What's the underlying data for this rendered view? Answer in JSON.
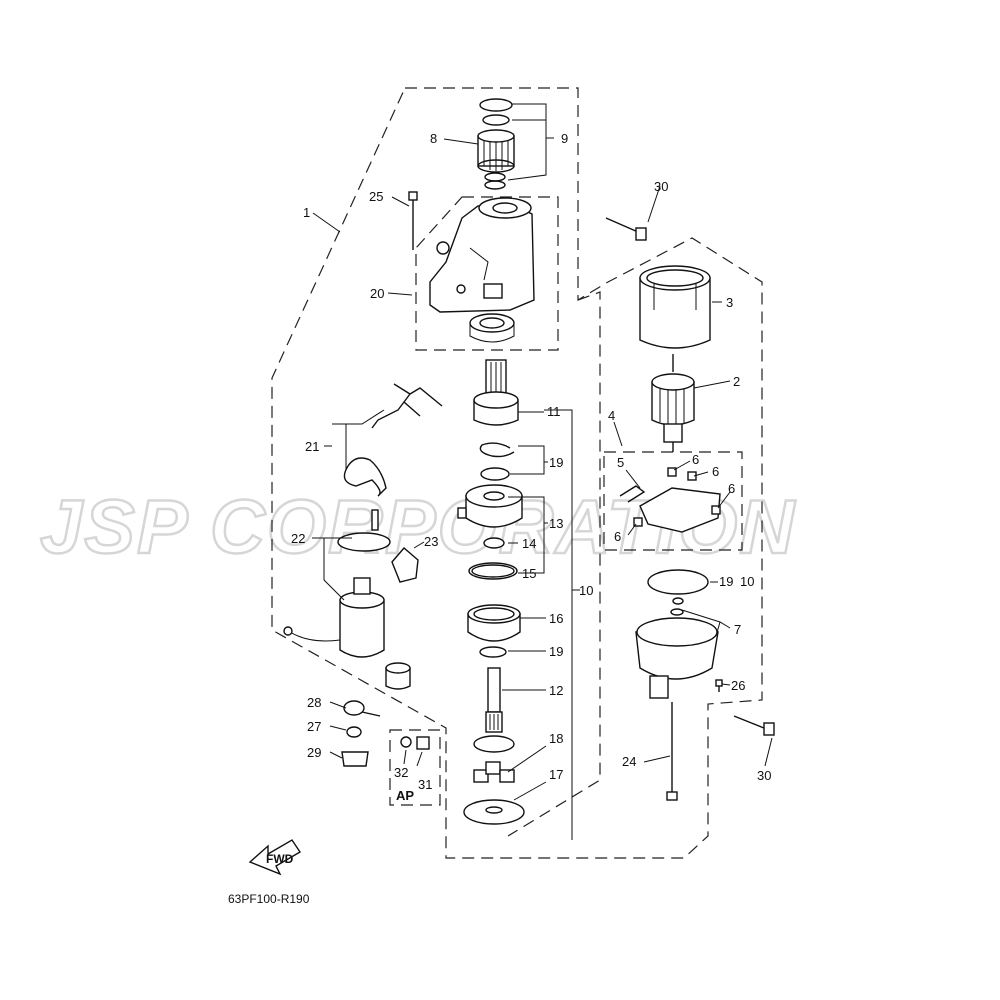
{
  "watermark": "JSP CORPORATION",
  "diagram_code": "63PF100-R190",
  "fwd_label": "FWD",
  "ap_label": "AP",
  "callouts": [
    {
      "id": "c1",
      "text": "1"
    },
    {
      "id": "c2",
      "text": "2"
    },
    {
      "id": "c3",
      "text": "3"
    },
    {
      "id": "c4",
      "text": "4"
    },
    {
      "id": "c5",
      "text": "5"
    },
    {
      "id": "c6a",
      "text": "6"
    },
    {
      "id": "c6b",
      "text": "6"
    },
    {
      "id": "c6c",
      "text": "6"
    },
    {
      "id": "c6d",
      "text": "6"
    },
    {
      "id": "c7",
      "text": "7"
    },
    {
      "id": "c8",
      "text": "8"
    },
    {
      "id": "c9",
      "text": "9"
    },
    {
      "id": "c10a",
      "text": "10"
    },
    {
      "id": "c10b",
      "text": "10"
    },
    {
      "id": "c11",
      "text": "11"
    },
    {
      "id": "c12",
      "text": "12"
    },
    {
      "id": "c13",
      "text": "13"
    },
    {
      "id": "c14",
      "text": "14"
    },
    {
      "id": "c15",
      "text": "15"
    },
    {
      "id": "c16",
      "text": "16"
    },
    {
      "id": "c17",
      "text": "17"
    },
    {
      "id": "c18",
      "text": "18"
    },
    {
      "id": "c19a",
      "text": "19"
    },
    {
      "id": "c19b",
      "text": "19"
    },
    {
      "id": "c19c",
      "text": "19"
    },
    {
      "id": "c20",
      "text": "20"
    },
    {
      "id": "c21",
      "text": "21"
    },
    {
      "id": "c22",
      "text": "22"
    },
    {
      "id": "c23",
      "text": "23"
    },
    {
      "id": "c24",
      "text": "24"
    },
    {
      "id": "c25",
      "text": "25"
    },
    {
      "id": "c26",
      "text": "26"
    },
    {
      "id": "c27",
      "text": "27"
    },
    {
      "id": "c28",
      "text": "28"
    },
    {
      "id": "c29",
      "text": "29"
    },
    {
      "id": "c30a",
      "text": "30"
    },
    {
      "id": "c30b",
      "text": "30"
    },
    {
      "id": "c31",
      "text": "31"
    },
    {
      "id": "c32",
      "text": "32"
    }
  ]
}
